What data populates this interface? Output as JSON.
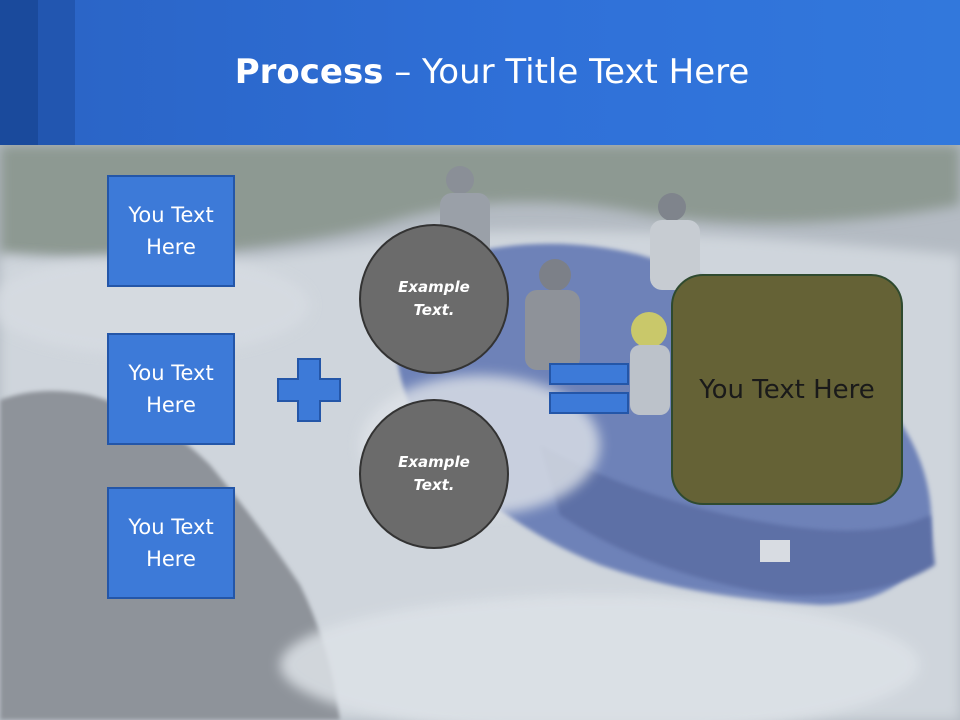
{
  "slide": {
    "title_bold": "Process",
    "title_rest": " – Your Title Text Here"
  },
  "boxes": [
    {
      "label": "You Text Here"
    },
    {
      "label": "You Text Here"
    },
    {
      "label": "You Text Here"
    }
  ],
  "circles": [
    {
      "label": "Example Text."
    },
    {
      "label": "Example Text."
    }
  ],
  "result": {
    "label": "You Text Here"
  },
  "colors": {
    "header_blue": "#2f70d8",
    "box_blue": "#3d7ad8",
    "circle_gray": "#6b6b6b",
    "result_olive": "#656236"
  },
  "icons": {
    "operator_1": "plus-icon",
    "operator_2": "equals-icon"
  }
}
